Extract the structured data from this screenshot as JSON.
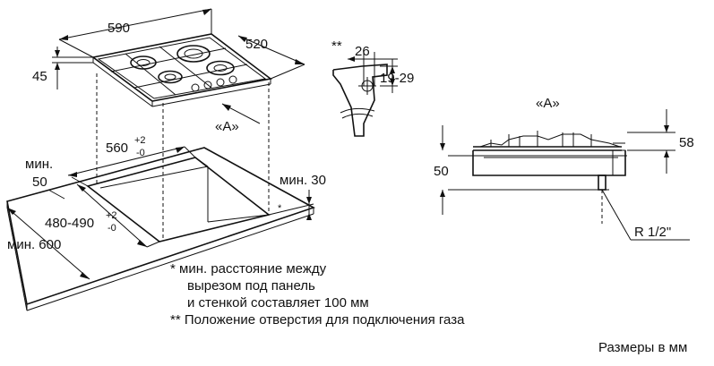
{
  "dimensions": {
    "width_590": "590",
    "depth_520": "520",
    "height_45": "45",
    "cutout_560": "560",
    "cutout_560_tol_plus": "+2",
    "cutout_560_tol_minus": "-0",
    "cutout_480": "480-490",
    "cutout_480_tol_plus": "+2",
    "cutout_480_tol_minus": "-0",
    "min_50_label": "мин.",
    "min_50_value": "50",
    "min_600": "мин. 600",
    "min_30": "мин. 30",
    "star_star": "**",
    "star": "*",
    "gas_26": "26",
    "gas_19_29": "19-29",
    "view_a_top": "«A»",
    "view_a_side": "«A»",
    "side_58": "58",
    "side_50": "50",
    "thread": "R 1/2\""
  },
  "notes": {
    "line1": "*  мин. расстояние между",
    "line2": "вырезом под панель",
    "line3": "и стенкой составляет 100 мм",
    "line4": "** Положение отверстия для подключения газа"
  },
  "units_caption": "Размеры в мм"
}
